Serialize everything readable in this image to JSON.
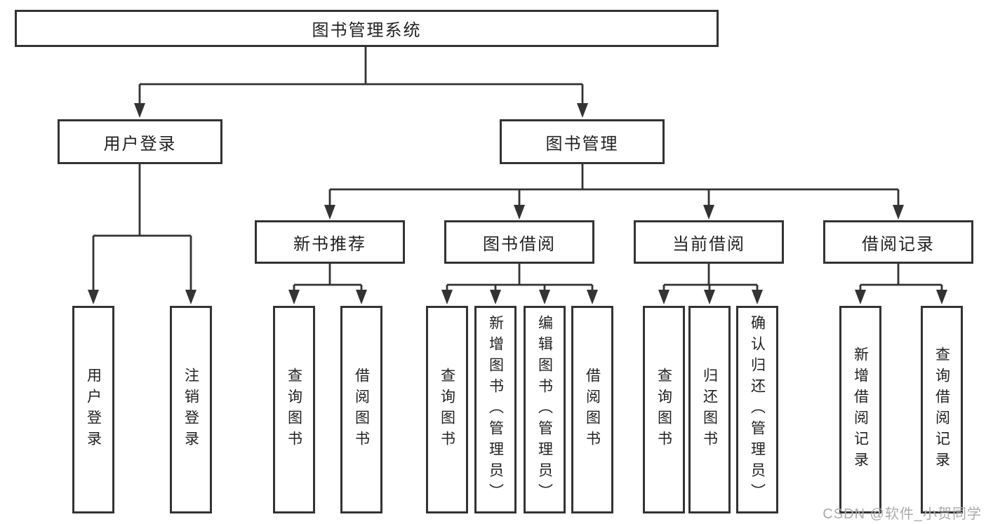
{
  "diagram": {
    "root": {
      "label": "图书管理系统"
    },
    "user_login": {
      "label": "用户登录",
      "children": [
        "用户登录",
        "注销登录"
      ]
    },
    "book_management": {
      "label": "图书管理",
      "sections": {
        "new_books": {
          "label": "新书推荐",
          "children": [
            "查询图书",
            "借阅图书"
          ]
        },
        "book_borrow": {
          "label": "图书借阅",
          "children": [
            "查询图书",
            "新增图书（管理员）",
            "编辑图书（管理员）",
            "借阅图书"
          ]
        },
        "current_borrow": {
          "label": "当前借阅",
          "children": [
            "查询图书",
            "归还图书",
            "确认归还（管理员）"
          ]
        },
        "borrow_records": {
          "label": "借阅记录",
          "children": [
            "新增借阅记录",
            "查询借阅记录"
          ]
        }
      }
    }
  },
  "watermark": "CSDN @软件_小贺同学",
  "colors": {
    "line": "#333333",
    "box_border": "#333333",
    "text": "#222222",
    "watermark": "#ababab",
    "background": "#ffffff"
  }
}
